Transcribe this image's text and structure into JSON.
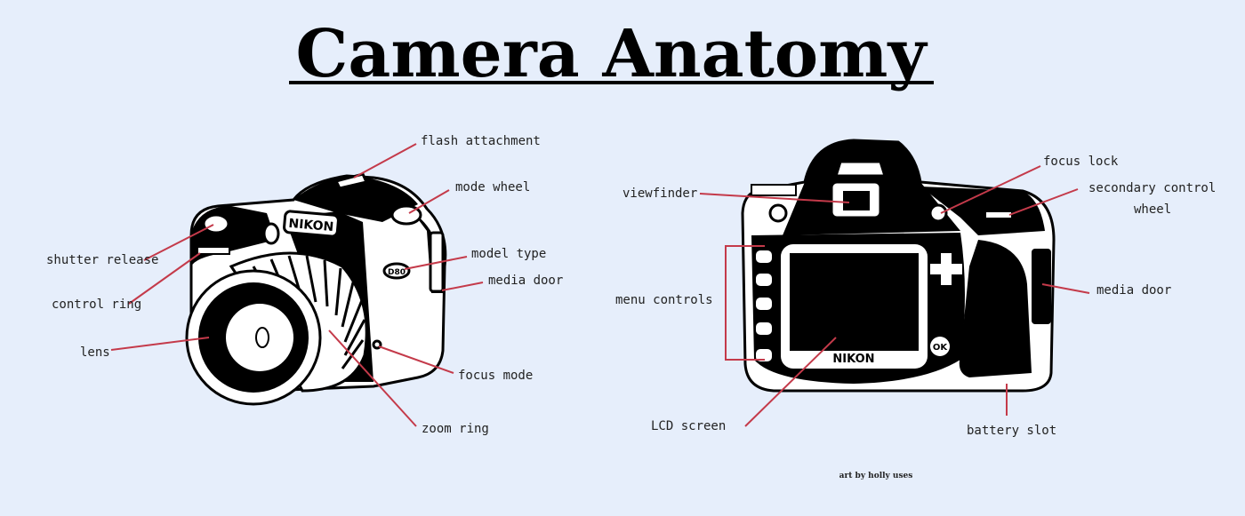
{
  "title": "Camera Anatomy",
  "credit": "art by holly uses",
  "colors": {
    "background": "#e6eefb",
    "leader_line": "#c43a4a",
    "ink": "#000000"
  },
  "front_camera": {
    "brand": "NIKON",
    "model_badge": "D80",
    "labels": {
      "flash_attachment": "flash attachment",
      "mode_wheel": "mode wheel",
      "shutter_release": "shutter release",
      "model_type": "model type",
      "media_door": "media door",
      "control_ring": "control ring",
      "lens": "lens",
      "focus_mode": "focus mode",
      "zoom_ring": "zoom ring"
    }
  },
  "back_camera": {
    "brand": "NIKON",
    "ok_button": "OK",
    "labels": {
      "focus_lock": "focus lock",
      "viewfinder": "viewfinder",
      "secondary_control_wheel_1": "secondary control",
      "secondary_control_wheel_2": "wheel",
      "menu_controls": "menu controls",
      "media_door": "media door",
      "lcd_screen": "LCD screen",
      "battery_slot": "battery slot"
    }
  }
}
